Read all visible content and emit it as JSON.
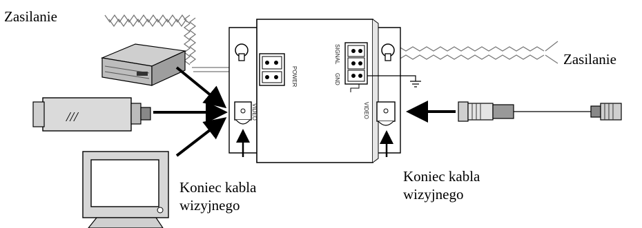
{
  "labels": {
    "power_left": "Zasilanie",
    "power_right": "Zasilanie",
    "cable_end_left_line1": "Koniec kabla",
    "cable_end_left_line2": "wizyjnego",
    "cable_end_right_line1": "Koniec kabla",
    "cable_end_right_line2": "wizyjnego"
  },
  "device_markings": {
    "power_terminal": "POWER",
    "video_left": "VIDEO",
    "video_right": "VIDEO",
    "ground_terminal": "GND",
    "signal_terminal": "SIGNAL",
    "camera_logo": "///"
  },
  "icons": [
    "dvr-recorder-icon",
    "cctv-camera-icon",
    "crt-monitor-icon",
    "bnc-cable-icon",
    "ground-symbol-icon",
    "power-cable-icon"
  ]
}
